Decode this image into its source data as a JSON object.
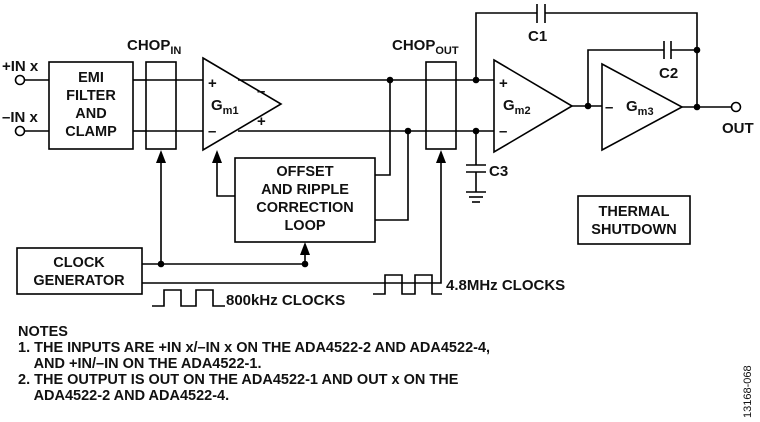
{
  "inputs": {
    "plus": "+IN x",
    "minus": "–IN x"
  },
  "emi_block": {
    "line1": "EMI",
    "line2": "FILTER",
    "line3": "AND",
    "line4": "CLAMP"
  },
  "chop_in": {
    "main": "CHOP",
    "sub": "IN"
  },
  "chop_out": {
    "main": "CHOP",
    "sub": "OUT"
  },
  "gm1": {
    "main": "G",
    "sub": "m1"
  },
  "gm2": {
    "main": "G",
    "sub": "m2"
  },
  "gm3": {
    "main": "G",
    "sub": "m3"
  },
  "capacitors": {
    "c1": "C1",
    "c2": "C2",
    "c3": "C3"
  },
  "output": "OUT",
  "offset_block": {
    "line1": "OFFSET",
    "line2": "AND RIPPLE",
    "line3": "CORRECTION",
    "line4": "LOOP"
  },
  "clock_block": {
    "line1": "CLOCK",
    "line2": "GENERATOR"
  },
  "thermal_block": {
    "line1": "THERMAL",
    "line2": "SHUTDOWN"
  },
  "clocks": {
    "slow": "800kHz CLOCKS",
    "fast": "4.8MHz CLOCKS"
  },
  "notes": {
    "title": "NOTES",
    "note1_line1": "1. THE INPUTS ARE +IN x/–IN x ON THE ADA4522-2 AND ADA4522-4,",
    "note1_line2": "    AND +IN/–IN ON THE ADA4522-1.",
    "note2_line1": "2. THE OUTPUT IS OUT ON THE ADA4522-1 AND OUT x ON THE",
    "note2_line2": "    ADA4522-2 AND ADA4522-4."
  },
  "figure_id": "13168-068"
}
